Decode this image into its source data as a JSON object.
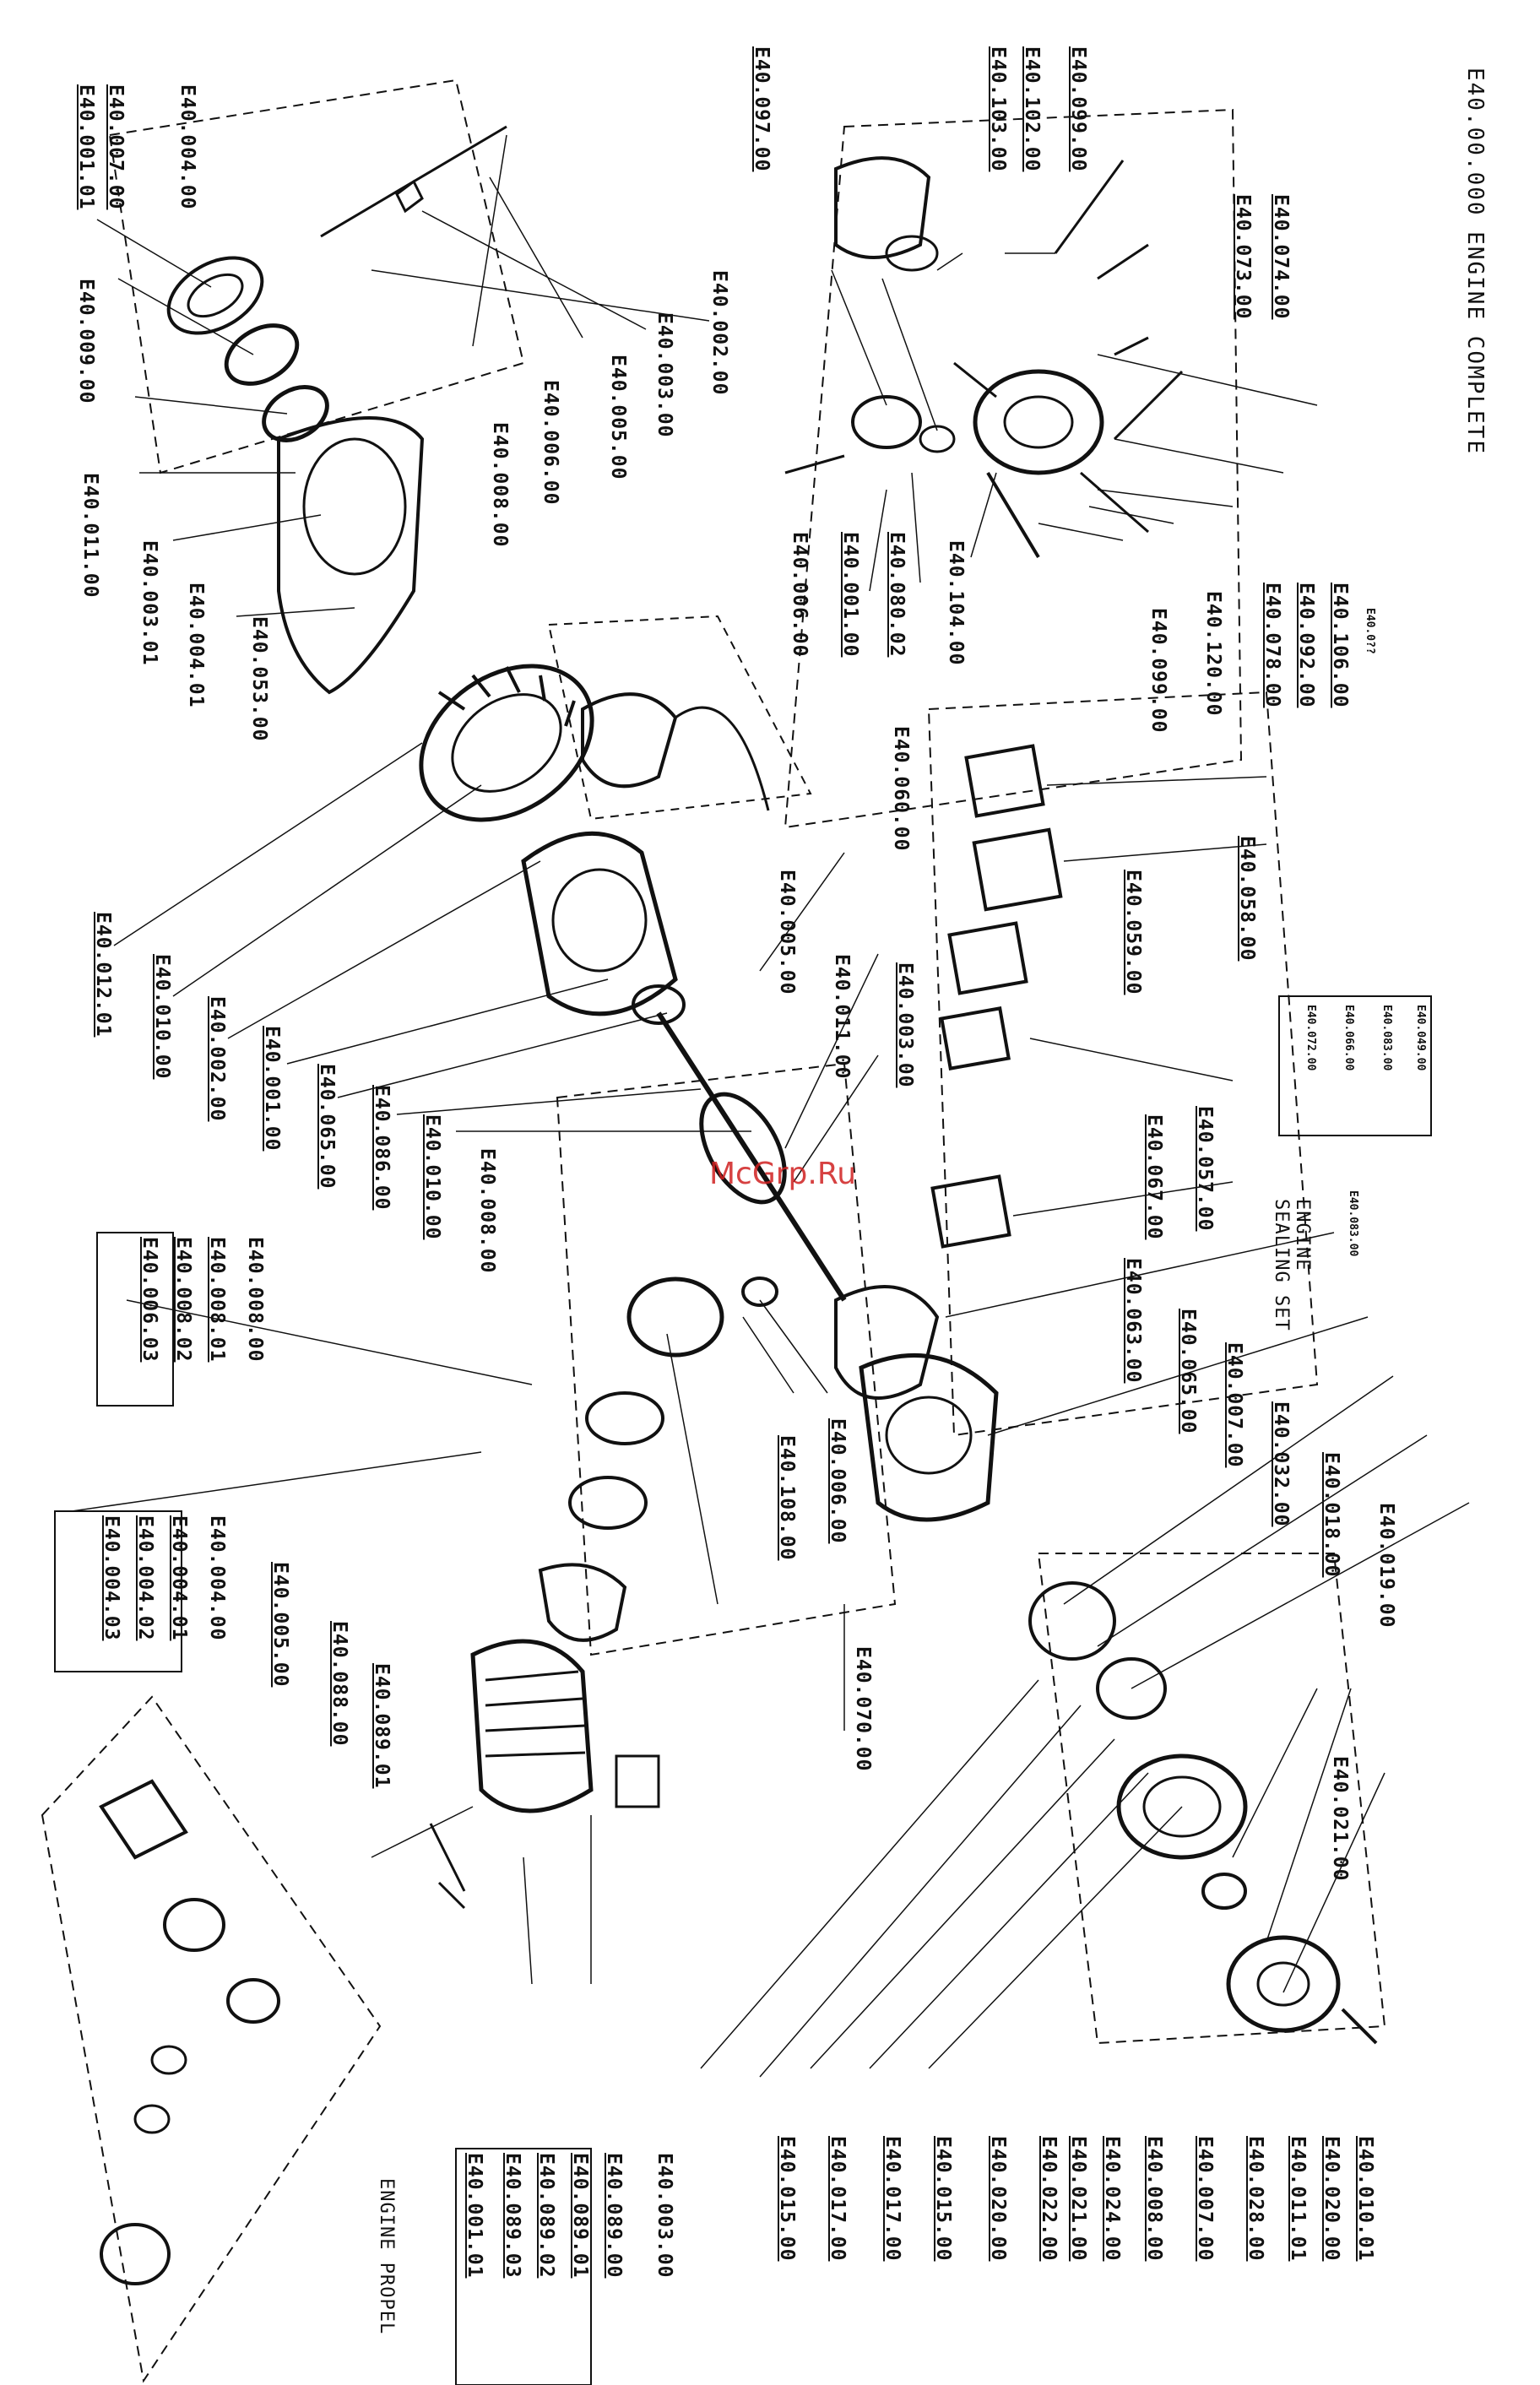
{
  "titles": {
    "main": "E40.00.000 ENGINE COMPLETE",
    "sealing_line1": "ENGINE",
    "sealing_line2": "SEALING SET",
    "propeller": "ENGINE PROPEL"
  },
  "watermark": "McGrp.Ru",
  "boxed_groups": {
    "sealing_list": [
      "E40.049.00",
      "E40.083.00",
      "E40.066.00",
      "E40.072.00"
    ],
    "sealing_small": "E40.083.00",
    "sealing_small2": "E40.0??",
    "group_008": [
      "E40.008.00",
      "E40.008.01",
      "E40.008.02",
      "E40.006.03"
    ],
    "group_004": [
      "E40.004.00",
      "E40.004.01",
      "E40.004.02",
      "E40.004.03"
    ],
    "group_089": [
      "E40.003.00",
      "E40.089.00",
      "E40.089.01",
      "E40.089.02",
      "E40.089.03",
      "E40.001.01"
    ]
  },
  "labels": {
    "l001": "E40.001.01",
    "l002": "E40.007.00",
    "l003": "E40.004.00",
    "l004": "E40.009.00",
    "l005": "E40.002.00",
    "l006": "E40.003.00",
    "l007": "E40.005.00",
    "l008": "E40.006.00",
    "l009": "E40.008.00",
    "l010": "E40.011.00",
    "l011": "E40.003.01",
    "l012": "E40.004.01",
    "l013": "E40.053.00",
    "l014": "E40.097.00",
    "l015": "E40.103.00",
    "l016": "E40.102.00",
    "l017": "E40.099.00",
    "l018": "E40.074.00",
    "l019": "E40.073.00",
    "l020": "E40.106.00",
    "l021": "E40.092.00",
    "l022": "E40.078.00",
    "l023": "E40.120.00",
    "l024": "E40.099.00",
    "l025": "E40.104.00",
    "l026": "E40.080.02",
    "l027": "E40.001.00",
    "l028": "E40.006.00",
    "l029": "E40.060.00",
    "l030": "E40.058.00",
    "l031": "E40.005.00",
    "l032": "E40.011.00",
    "l033": "E40.003.00",
    "l034": "E40.059.00",
    "l035": "E40.067.00",
    "l036": "E40.057.00",
    "l037": "E40.012.01",
    "l038": "E40.010.00",
    "l039": "E40.002.00",
    "l040": "E40.001.00",
    "l041": "E40.065.00",
    "l042": "E40.086.00",
    "l043": "E40.010.00",
    "l044": "E40.008.00",
    "l045": "E40.063.00",
    "l046": "E40.065.00",
    "l047": "E40.007.00",
    "l048": "E40.032.00",
    "l049": "E40.018.00",
    "l050": "E40.019.00",
    "l051": "E40.006.00",
    "l052": "E40.108.00",
    "l053": "E40.005.00",
    "l054": "E40.088.00",
    "l055": "E40.089.01",
    "l056": "E40.070.00",
    "l057": "E40.021.00",
    "l058": "E40.010.01",
    "l059": "E40.020.00",
    "l060": "E40.011.01",
    "l061": "E40.028.00",
    "l062": "E40.007.00",
    "l063": "E40.008.00",
    "l064": "E40.024.00",
    "l065": "E40.021.00",
    "l066": "E40.022.00",
    "l067": "E40.020.00",
    "l068": "E40.015.00",
    "l069": "E40.017.00",
    "l070": "E40.017.00",
    "l071": "E40.015.00"
  },
  "colors": {
    "ink": "#111111",
    "watermark": "#d02020",
    "paper": "#ffffff"
  }
}
